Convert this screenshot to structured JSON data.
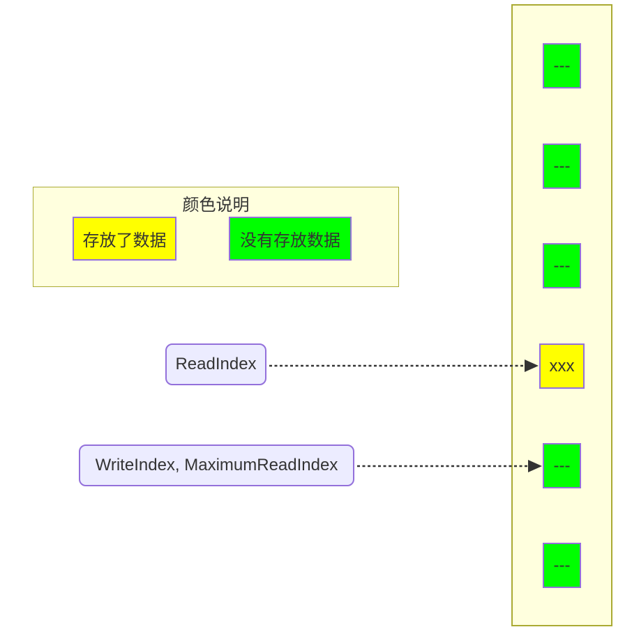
{
  "legend": {
    "title": "颜色说明",
    "items": [
      {
        "label": "存放了数据",
        "type": "filled"
      },
      {
        "label": "没有存放数据",
        "type": "empty"
      }
    ]
  },
  "pointers": [
    {
      "label": "ReadIndex"
    },
    {
      "label": "WriteIndex, MaximumReadIndex"
    }
  ],
  "buffer": {
    "cells": [
      {
        "label": "---",
        "type": "empty"
      },
      {
        "label": "---",
        "type": "empty"
      },
      {
        "label": "---",
        "type": "empty"
      },
      {
        "label": "xxx",
        "type": "filled"
      },
      {
        "label": "---",
        "type": "empty"
      },
      {
        "label": "---",
        "type": "empty"
      }
    ]
  },
  "colors": {
    "empty_fill": "#00FF00",
    "filled_fill": "#FFFF00",
    "node_fill": "#ECECFF",
    "node_border": "#9370DB",
    "cluster_fill": "#FFFFDE",
    "cluster_border": "#AAAA33",
    "text": "#333333",
    "arrow": "#333333"
  }
}
